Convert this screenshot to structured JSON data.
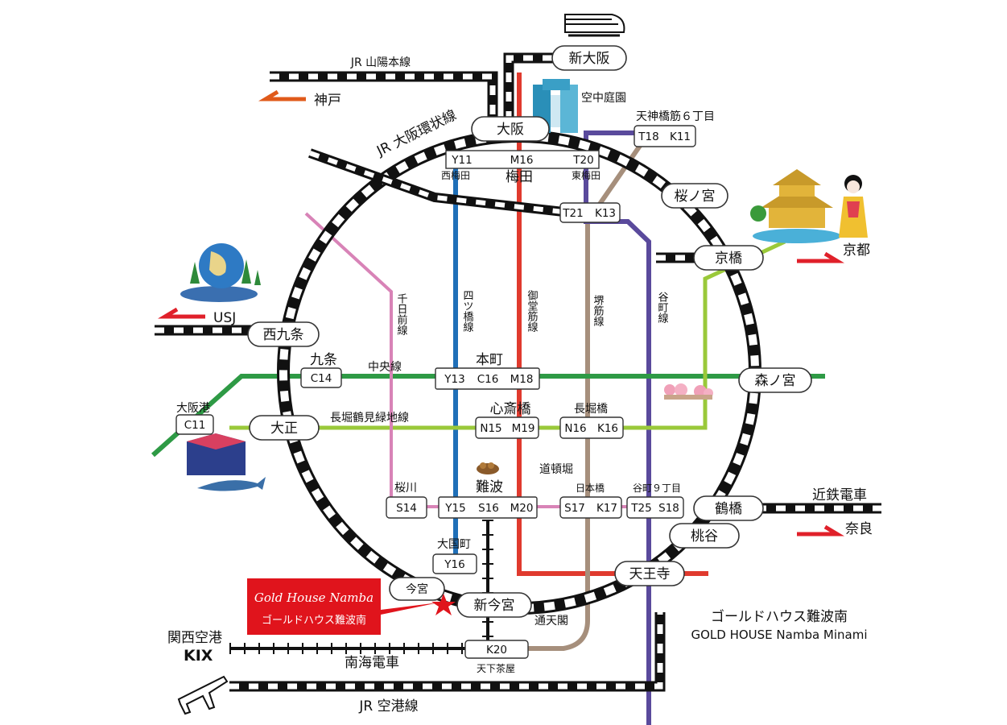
{
  "colors": {
    "jr_track": "#111111",
    "yotsubashi": "#1f6fb8",
    "midosuji": "#e03a2e",
    "tanimachi": "#5a4a9c",
    "sakaisuji": "#a68f7c",
    "chuo": "#2e9a45",
    "nagahori": "#9ac93a",
    "sennichimae": "#d883b7",
    "arrow_west": "#e05a1a",
    "arrow_east": "#e0202a",
    "hotel_red": "#e0141c"
  },
  "rail_lines": {
    "sanyo": "JR 山陽本線",
    "loop": "JR 大阪環状線",
    "kintetsu": "近鉄電車",
    "nankai": "南海電車",
    "airport": "JR 空港線"
  },
  "metro_lines": {
    "yotsubashi": "四ツ橋線",
    "midosuji": "御堂筋線",
    "sakaisuji": "堺筋線",
    "tanimachi": "谷町線",
    "sennichimae": "千日前線",
    "chuo": "中央線",
    "nagahori": "長堀鶴見緑地線"
  },
  "destinations": {
    "kobe": "神戸",
    "usj": "USJ",
    "kyoto": "京都",
    "nara": "奈良",
    "kansai_airport": "関西空港",
    "kix": "KIX"
  },
  "landmarks": {
    "sky_garden": "空中庭園",
    "dotonbori": "道頓堀"
  },
  "stations": {
    "shin_osaka": "新大阪",
    "osaka": "大阪",
    "umeda": "梅田",
    "nishi_umeda": "西梅田",
    "higashi_umeda": "東梅田",
    "tenjinbashi": "天神橋筋６丁目",
    "sakuranomiya": "桜ノ宮",
    "kyobashi": "京橋",
    "nishikujo": "西九条",
    "kujo": "九条",
    "honmachi": "本町",
    "morinomiya": "森ノ宮",
    "osakako": "大阪港",
    "taisho": "大正",
    "shinsaibashi": "心斎橋",
    "nagahoribashi": "長堀橋",
    "sakuragawa": "桜川",
    "namba": "難波",
    "nipponbashi": "日本橋",
    "tanimachi9": "谷町９丁目",
    "tsuruhashi": "鶴橋",
    "momodani": "桃谷",
    "daikokucho": "大国町",
    "tennoji": "天王寺",
    "imamiya": "今宮",
    "shin_imamiya": "新今宮",
    "tsutenkaku": "通天閣",
    "tengachaya": "天下茶屋"
  },
  "codes": {
    "y11": "Y11",
    "m16": "M16",
    "t20": "T20",
    "t18": "T18",
    "k11": "K11",
    "t21": "T21",
    "k13": "K13",
    "c14": "C14",
    "y13": "Y13",
    "c16": "C16",
    "m18": "M18",
    "c11": "C11",
    "n15": "N15",
    "m19": "M19",
    "n16": "N16",
    "k16": "K16",
    "s14": "S14",
    "y15": "Y15",
    "s16": "S16",
    "m20": "M20",
    "s17": "S17",
    "k17": "K17",
    "t25": "T25",
    "s18": "S18",
    "y16": "Y16",
    "k20": "K20"
  },
  "hotel": {
    "name_en_script": "Gold House Namba",
    "name_jp": "ゴールドハウス難波南",
    "caption_jp": "ゴールドハウス難波南",
    "caption_en": "GOLD HOUSE Namba Minami"
  }
}
